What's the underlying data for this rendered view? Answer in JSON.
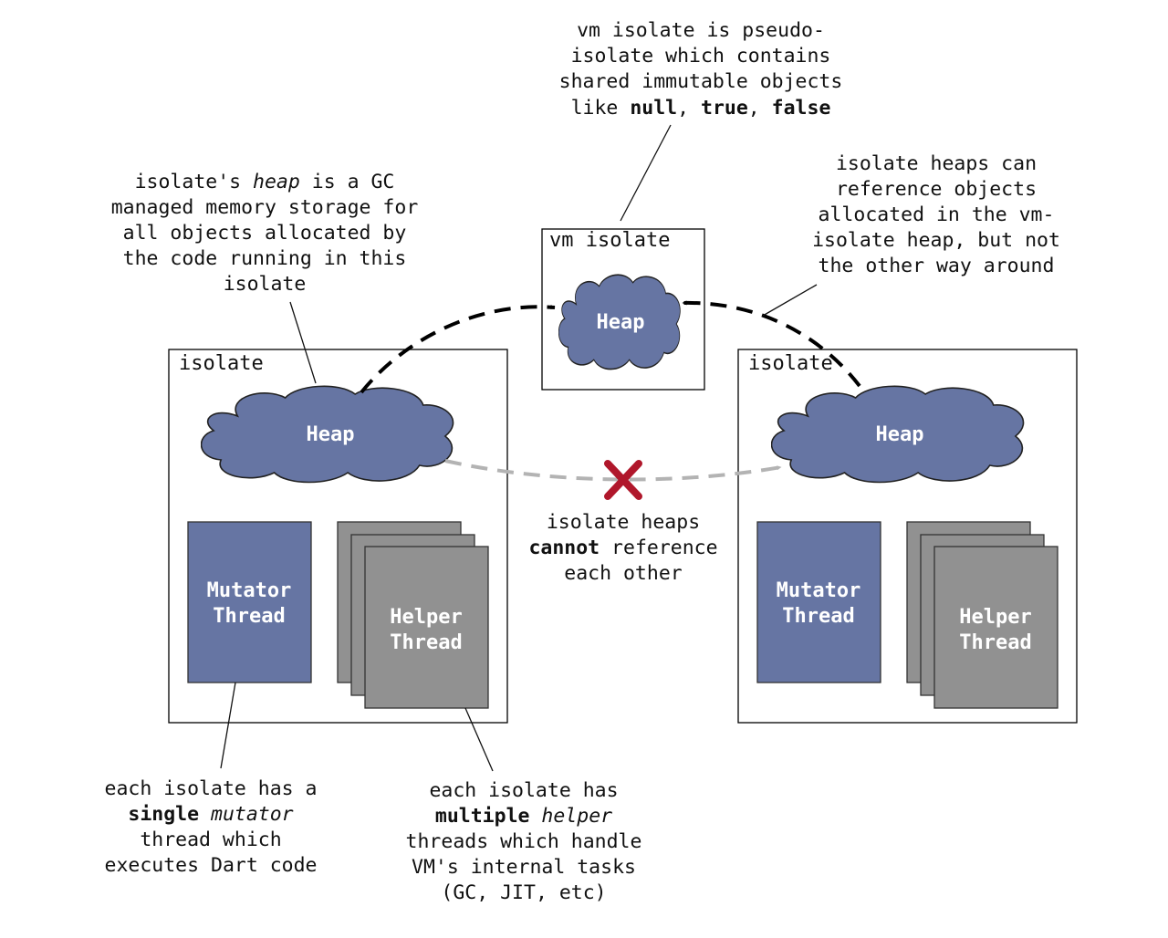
{
  "vm_isolate": {
    "title": "vm isolate",
    "heap_label": "Heap"
  },
  "isolate_left": {
    "title": "isolate",
    "heap_label": "Heap",
    "mutator_label": [
      "Mutator",
      "Thread"
    ],
    "helper_label": [
      "Helper",
      "Thread"
    ]
  },
  "isolate_right": {
    "title": "isolate",
    "heap_label": "Heap",
    "mutator_label": [
      "Mutator",
      "Thread"
    ],
    "helper_label": [
      "Helper",
      "Thread"
    ]
  },
  "annotations": {
    "vm_note": {
      "line1": "vm isolate is pseudo-",
      "line2": "isolate which contains",
      "line3": "shared immutable objects",
      "line4_pre": "like ",
      "null": "null",
      "comma1": ", ",
      "true": "true",
      "comma2": ", ",
      "false": "false"
    },
    "heap_note": {
      "line1_pre": "isolate's ",
      "heap": "heap",
      "line1_post": " is a GC",
      "line2": "managed memory storage for",
      "line3": "all objects allocated by",
      "line4": "the code running in this",
      "line5": "isolate"
    },
    "reference_note": {
      "line1": "isolate heaps can",
      "line2": "reference objects",
      "line3": "allocated in the vm-",
      "line4": "isolate heap, but not",
      "line5": "the other way around"
    },
    "cannot_note": {
      "line1": "isolate heaps",
      "cannot": "cannot",
      "line2_post": " reference",
      "line3": "each other"
    },
    "mutator_note": {
      "line1": "each isolate has a",
      "single": "single",
      "space": " ",
      "mutator": "mutator",
      "line3": "thread which",
      "line4": "executes Dart code"
    },
    "helper_note": {
      "line1": "each isolate has",
      "multiple": "multiple",
      "space": " ",
      "helper": "helper",
      "line3": "threads which handle",
      "line4": "VM's internal tasks",
      "line5": "(GC, JIT, etc)"
    }
  },
  "colors": {
    "heap_fill": "#6675a3",
    "mutator_fill": "#6675a3",
    "helper_fill": "#919191",
    "forbidden_mark": "#b0172b",
    "allowed_arrow": "#000000",
    "forbidden_arrow": "#b3b3b3"
  }
}
